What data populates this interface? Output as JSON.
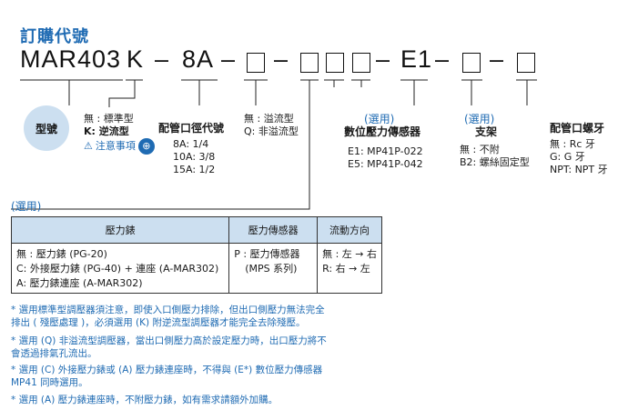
{
  "title": "訂購代號",
  "model": {
    "prefix": "MAR403",
    "k": "K",
    "dash1": "–",
    "port": "8A",
    "dash2": "–",
    "dash3": "–",
    "dash4": "–",
    "e1": "E1",
    "dash5": "–",
    "dash6": "–"
  },
  "labels": {
    "model_type": "型號",
    "type_none": "無 : 標準型",
    "type_k": "K: 逆流型",
    "caution": "注意事項",
    "port_title": "配管口徑代號",
    "port_8a": "8A: 1/4",
    "port_10a": "10A: 3/8",
    "port_15a": "15A: 1/2",
    "relief_none": "無 : 溢流型",
    "relief_q": "Q: 非溢流型",
    "optional1": "(選用)",
    "sensor_title": "數位壓力傳感器",
    "sensor_e1": "E1: MP41P-022",
    "sensor_e5": "E5: MP41P-042",
    "optional2": "(選用)",
    "bracket_title": "支架",
    "bracket_none": "無 : 不附",
    "bracket_b2": "B2: 螺絲固定型",
    "thread_title": "配管口螺牙",
    "thread_none": "無 : Rc 牙",
    "thread_g": "G: G 牙",
    "thread_npt": "NPT: NPT 牙",
    "optional3": "(選用)"
  },
  "table": {
    "headers": [
      "壓力錶",
      "壓力傳感器",
      "流動方向"
    ],
    "gauge": [
      "無 : 壓力錶 (PG-20)",
      "C: 外接壓力錶 (PG-40) + 連座 (A-MAR302)",
      "A: 壓力錶連座 (A-MAR302)"
    ],
    "sensor": [
      "P : 壓力傳感器",
      "(MPS 系列)"
    ],
    "flow": [
      "無 : 左 → 右",
      "R: 右 → 左"
    ]
  },
  "notes": [
    "* 選用標準型調壓器須注意，即使入口側壓力排除，但出口側壓力無法完全",
    "  排出 ( 殘壓處理 )，必須選用 (K) 附逆流型調壓器才能完全去除殘壓。",
    "* 選用 (Q) 非溢流型調壓器，當出口側壓力高於設定壓力時，出口壓力將不",
    "  會透過排氣孔流出。",
    "* 選用 (C) 外接壓力錶或 (A) 壓力錶連座時，不得與 (E*) 數位壓力傳感器",
    "  MP41 同時選用。",
    "* 選用 (A) 壓力錶連座時，不附壓力錶，如有需求請額外加購。"
  ],
  "colors": {
    "accent": "#1f6bb3",
    "circle": "#ccdff0"
  }
}
